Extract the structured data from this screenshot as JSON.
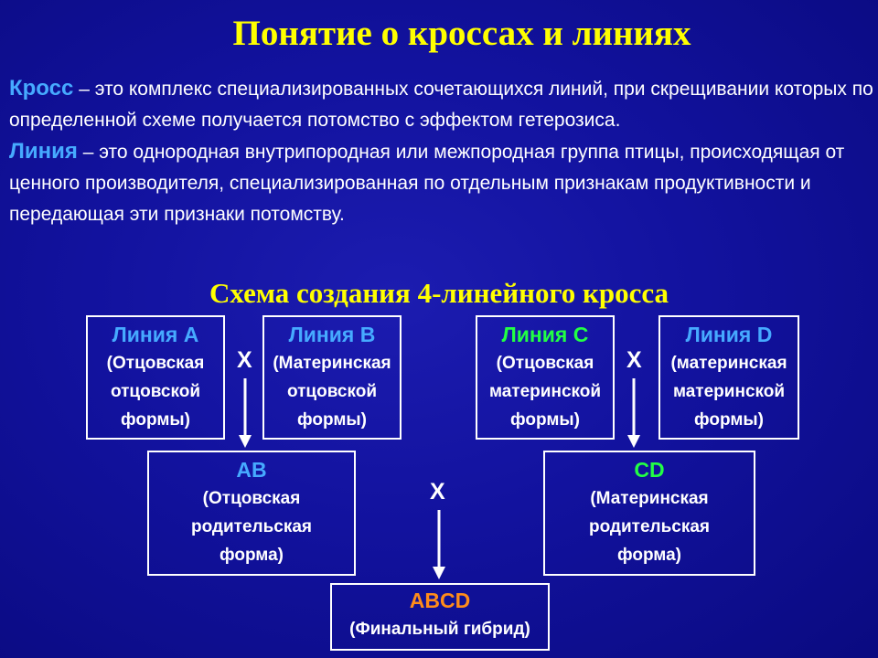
{
  "title": "Понятие о кроссах и линиях",
  "definitions": {
    "cross": {
      "term": "Кросс",
      "text": " – это комплекс специализированных сочетающихся линий, при скрещивании которых по определенной схеме получается потомство с эффектом гетерозиса."
    },
    "line": {
      "term": "Линия",
      "text": " – это однородная внутрипородная или межпородная группа птицы, происходящая от ценного производителя, специализированная по отдельным признакам продуктивности и передающая эти признаки потомству."
    }
  },
  "scheme_title": "Схема создания 4-линейного кросса",
  "nodes": {
    "line_a": {
      "name": "Линия А",
      "desc": "(Отцовская\nотцовской\nформы)"
    },
    "line_b": {
      "name": "Линия В",
      "desc": "(Материнская\nотцовской\nформы)"
    },
    "line_c": {
      "name": "Линия С",
      "desc": "(Отцовская\nматеринской\nформы)"
    },
    "line_d": {
      "name": "Линия D",
      "desc": "(материнская\nматеринской\nформы)"
    },
    "ab": {
      "name": "АВ",
      "desc": " (Отцовская\nродительская\nформа)"
    },
    "cd": {
      "name": "CD",
      "desc": "(Материнская\nродительская\nформа)"
    },
    "abcd": {
      "name": "ABCD",
      "desc": "(Финальный гибрид)"
    }
  },
  "cross_symbol": "Х",
  "colors": {
    "background": "#12129e",
    "title": "#ffff00",
    "term": "#46aaff",
    "line_ab": "#46aaff",
    "line_cd": "#22ff44",
    "final": "#ff8c1a",
    "border": "#ffffff"
  }
}
